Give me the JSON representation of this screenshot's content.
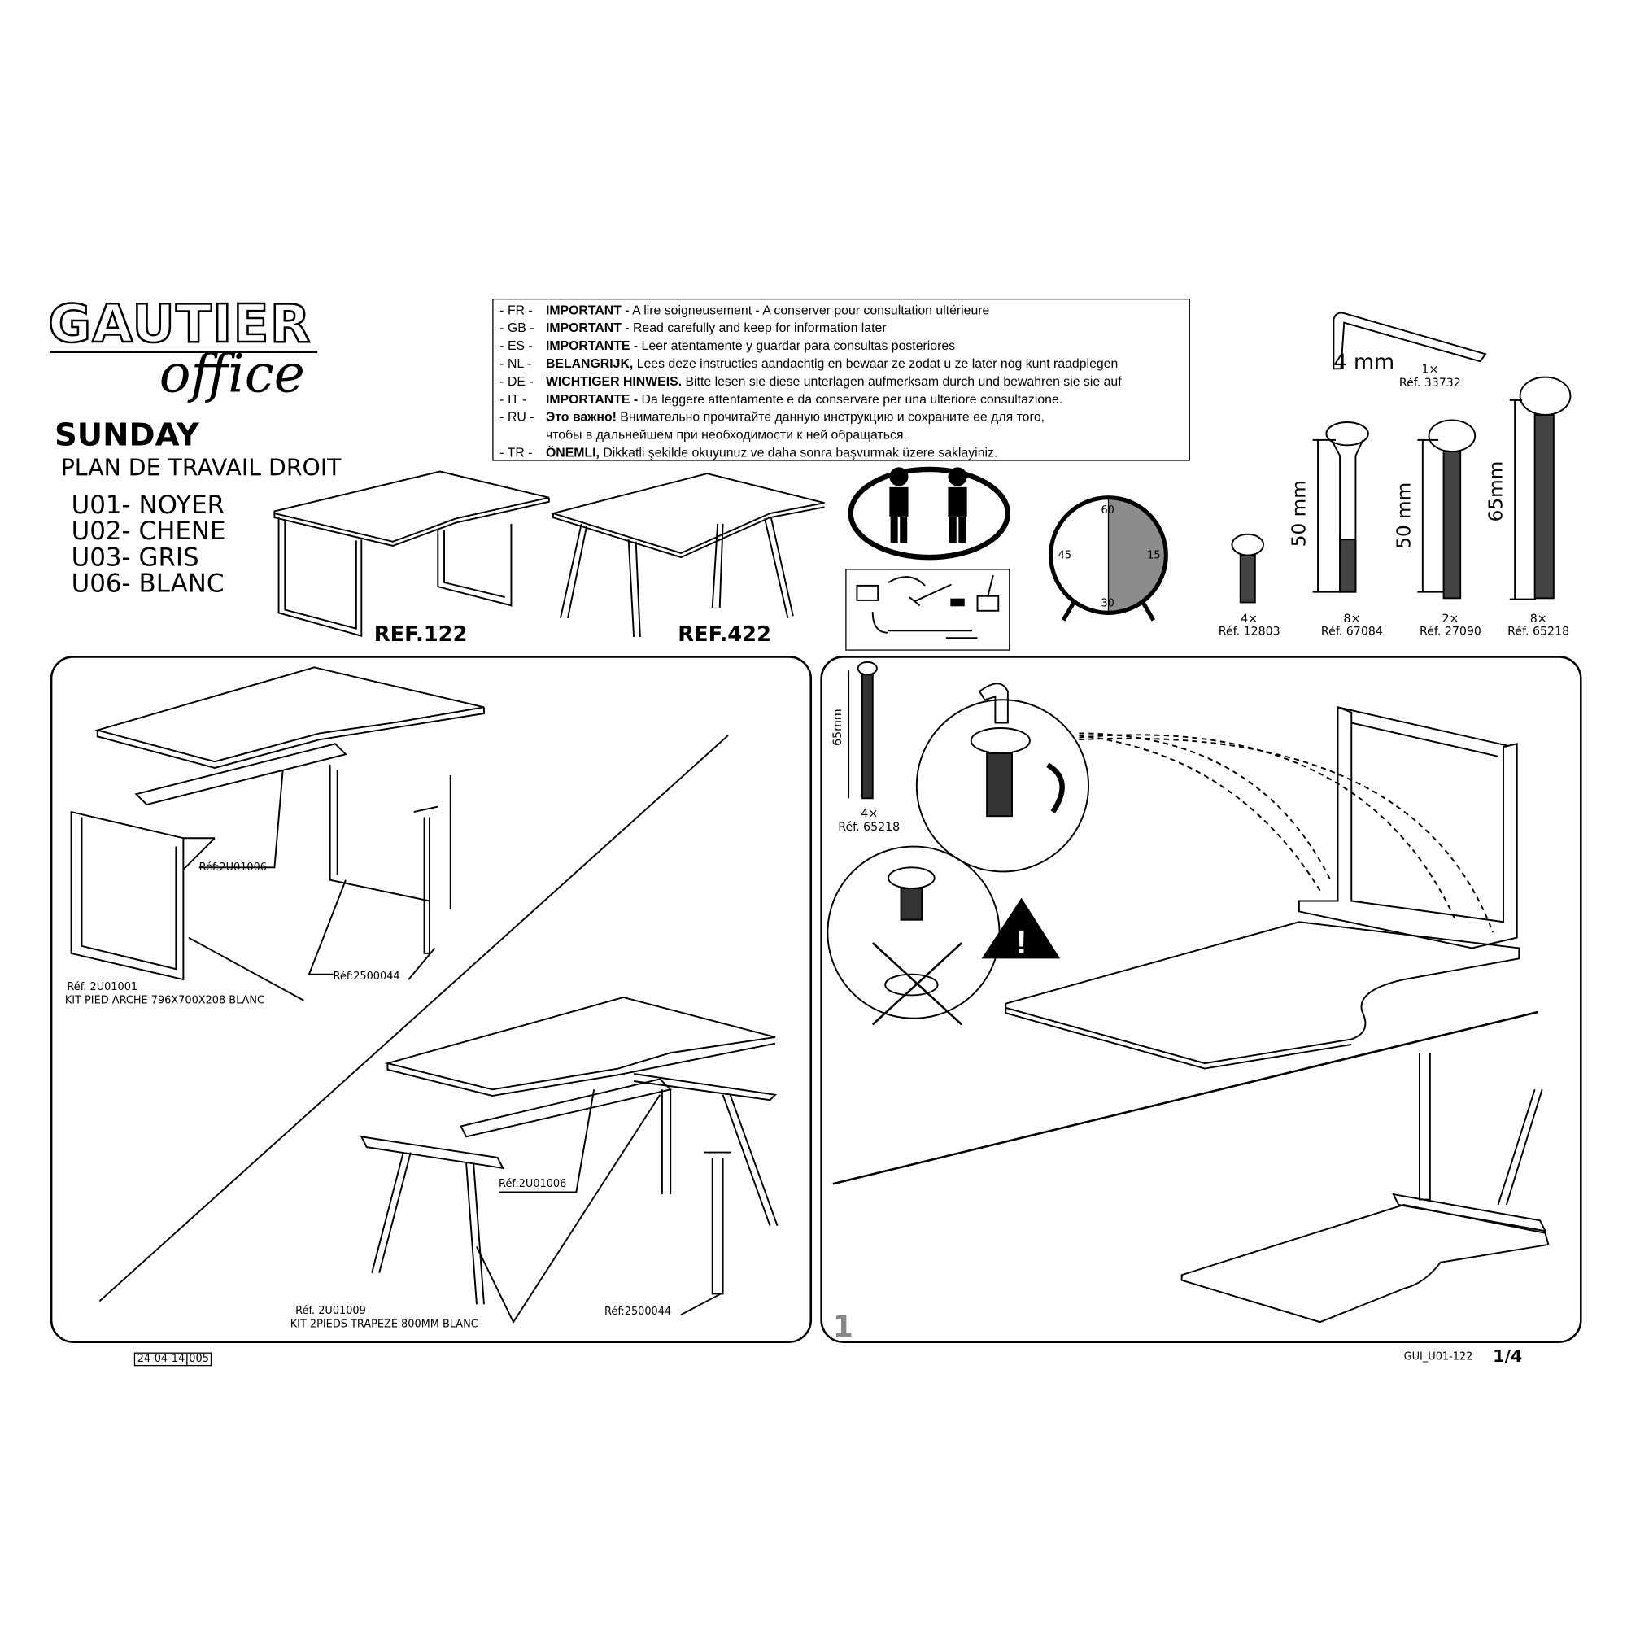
{
  "brand": {
    "name": "GAUTIER",
    "sub": "office"
  },
  "product": {
    "title": "SUNDAY",
    "subtitle": "PLAN DE TRAVAIL DROIT",
    "variants": [
      "U01- NOYER",
      "U02- CHENE",
      "U03- GRIS",
      "U06- BLANC"
    ]
  },
  "warning": [
    {
      "lang": "- FR -",
      "bold": "IMPORTANT -",
      "text": " A lire soigneusement - A conserver pour consultation ultérieure"
    },
    {
      "lang": "- GB -",
      "bold": "IMPORTANT -",
      "text": " Read carefully and keep for information later"
    },
    {
      "lang": "- ES -",
      "bold": "IMPORTANTE -",
      "text": " Leer atentamente y guardar para consultas posteriores"
    },
    {
      "lang": "- NL -",
      "bold": "BELANGRIJK,",
      "text": " Lees deze instructies aandachtig en bewaar ze zodat u ze later nog kunt raadplegen"
    },
    {
      "lang": "- DE -",
      "bold": "WICHTIGER HINWEIS.",
      "text": " Bitte lesen sie diese unterlagen aufmerksam durch und bewahren sie sie auf"
    },
    {
      "lang": "- IT -",
      "bold": "IMPORTANTE -",
      "text": " Da leggere attentamente e da conservare per una ulteriore consultazione."
    },
    {
      "lang": "- RU -",
      "bold": "Это важно!",
      "text": " Внимательно прочитайте данную инструкцию и сохраните ее для того,"
    },
    {
      "lang": "",
      "bold": "",
      "text": "чтобы в дальнейшем при необходимости к ней обращаться."
    },
    {
      "lang": "- TR -",
      "bold": "ÖNEMLI,",
      "text": " Dikkatli şekilde okuyunuz ve daha sonra başvurmak üzere saklayiniz."
    }
  ],
  "models": {
    "ref1": "REF.122",
    "ref2": "REF.422"
  },
  "clock": {
    "t60": "60",
    "t15": "15",
    "t30": "30",
    "t45": "45",
    "minutes_fraction": 0.5
  },
  "hardware": {
    "allen": {
      "size": "4 mm",
      "qty": "1×",
      "ref": "Réf. 33732"
    },
    "items": [
      {
        "qty": "4×",
        "ref": "Réf. 12803",
        "length": ""
      },
      {
        "qty": "8×",
        "ref": "Réf. 67084",
        "length": "50 mm"
      },
      {
        "qty": "2×",
        "ref": "Réf. 27090",
        "length": "50 mm"
      },
      {
        "qty": "8×",
        "ref": "Réf. 65218",
        "length": "65mm"
      }
    ]
  },
  "left_panel": {
    "top_ref_beam": "Réf:2U01006",
    "top_ref_leg": "Réf:2500044",
    "top_kit_ref": "Réf. 2U01001",
    "top_kit_name": "KIT PIED ARCHE 796X700X208 BLANC",
    "bot_ref_beam": "Réf:2U01006",
    "bot_kit_ref": "Réf. 2U01009",
    "bot_kit_name": "KIT 2PIEDS TRAPEZE 800MM BLANC",
    "bot_ref_leg": "Réf:2500044"
  },
  "right_panel": {
    "step": "1",
    "screw_len": "65mm",
    "screw_qty": "4×",
    "screw_ref": "Réf. 65218"
  },
  "footer": {
    "date": "24-04-14",
    "rev": "005",
    "doc": "GUI_U01-122",
    "page": "1/4"
  }
}
